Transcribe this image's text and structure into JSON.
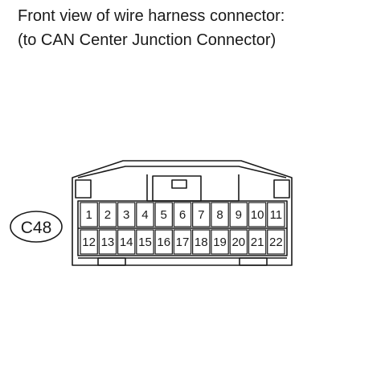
{
  "caption": {
    "line1": "Front view of wire harness connector:",
    "line2": "(to CAN Center Junction Connector)"
  },
  "connector": {
    "id": "C48",
    "row_top": [
      "1",
      "2",
      "3",
      "4",
      "5",
      "6",
      "7",
      "8",
      "9",
      "10",
      "11"
    ],
    "row_bottom": [
      "12",
      "13",
      "14",
      "15",
      "16",
      "17",
      "18",
      "19",
      "20",
      "21",
      "22"
    ]
  },
  "colors": {
    "line": "#1a1a1a",
    "background": "#ffffff"
  }
}
